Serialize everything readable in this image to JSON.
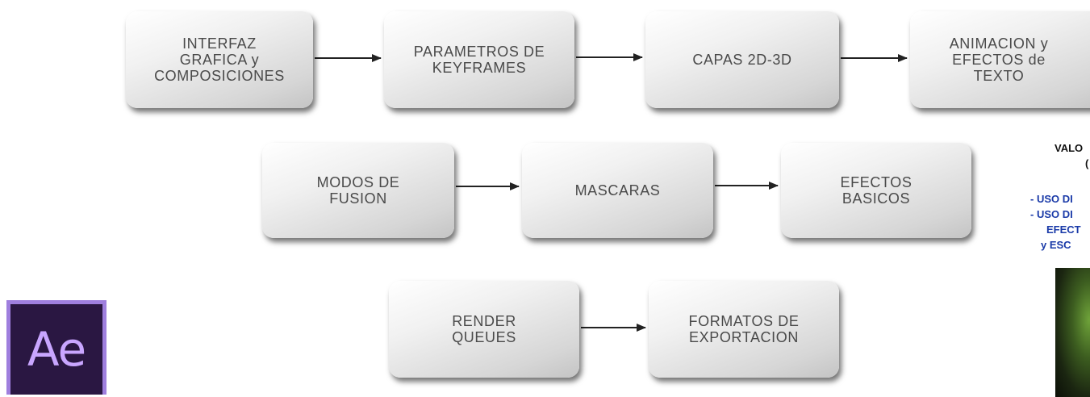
{
  "flow": {
    "row1": [
      {
        "id": "b1",
        "label": "INTERFAZ\nGRAFICA y\nCOMPOSICIONES"
      },
      {
        "id": "b2",
        "label": "PARAMETROS DE\nKEYFRAMES"
      },
      {
        "id": "b3",
        "label": "CAPAS  2D-3D"
      },
      {
        "id": "b4",
        "label": "ANIMACION y\nEFECTOS de\nTEXTO"
      }
    ],
    "row2": [
      {
        "id": "b5",
        "label": "MODOS DE\nFUSION"
      },
      {
        "id": "b6",
        "label": "MASCARAS"
      },
      {
        "id": "b7",
        "label": "EFECTOS\nBASICOS"
      }
    ],
    "row3": [
      {
        "id": "b8",
        "label": "RENDER\nQUEUES"
      },
      {
        "id": "b9",
        "label": "FORMATOS DE\nEXPORTACION"
      }
    ]
  },
  "logo": {
    "text": "Ae"
  },
  "side_panel": {
    "lines": [
      {
        "text": "VALO",
        "color": "#111111"
      },
      {
        "text": "(",
        "color": "#111111"
      },
      {
        "text": "- USO DI",
        "color": "#1a3aa8"
      },
      {
        "text": "- USO DI",
        "color": "#1a3aa8"
      },
      {
        "text": "EFECT",
        "color": "#1a3aa8"
      },
      {
        "text": "y ESC",
        "color": "#1a3aa8"
      }
    ]
  },
  "colors": {
    "box_text": "#4a4a4a",
    "arrow": "#222222",
    "logo_bg": "#2a1742",
    "logo_border": "#9f7fde",
    "logo_text": "#c9a6ff"
  }
}
